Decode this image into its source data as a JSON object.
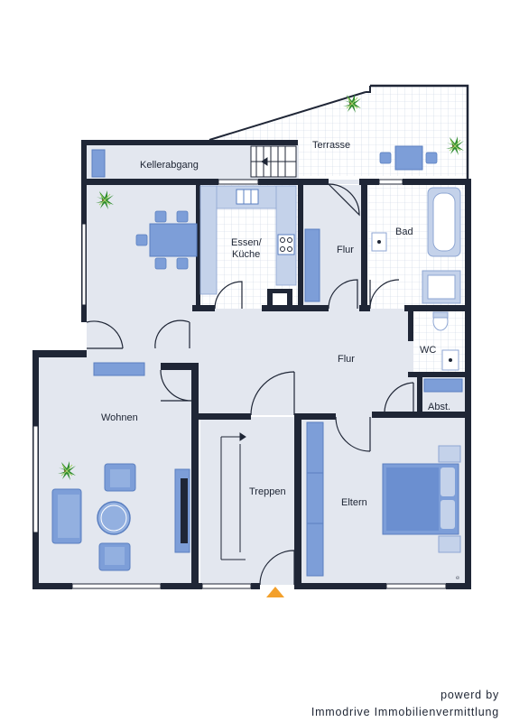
{
  "rooms": {
    "kellerabgang": "Kellerabgang",
    "terrasse": "Terrasse",
    "essen_kueche_line1": "Essen/",
    "essen_kueche_line2": "Küche",
    "flur_upper": "Flur",
    "bad": "Bad",
    "flur_main": "Flur",
    "wc": "WC",
    "abst": "Abst.",
    "wohnen": "Wohnen",
    "treppen": "Treppen",
    "eltern": "Eltern"
  },
  "footer": {
    "line1": "powerd by",
    "line2": "Immodrive Immobilienvermittlung"
  },
  "colors": {
    "wall": "#1f2636",
    "floor": "#e3e7ef",
    "tile": "#ffffff",
    "tile_grid": "#c9d3e3",
    "furniture": "#7d9ed8",
    "furniture_light": "#c4d2ea",
    "entrance_arrow": "#f3a02b",
    "plant": "#2e8b2e"
  },
  "icons": {
    "entrance": "entrance-arrow-icon",
    "plant": "plant-icon"
  }
}
